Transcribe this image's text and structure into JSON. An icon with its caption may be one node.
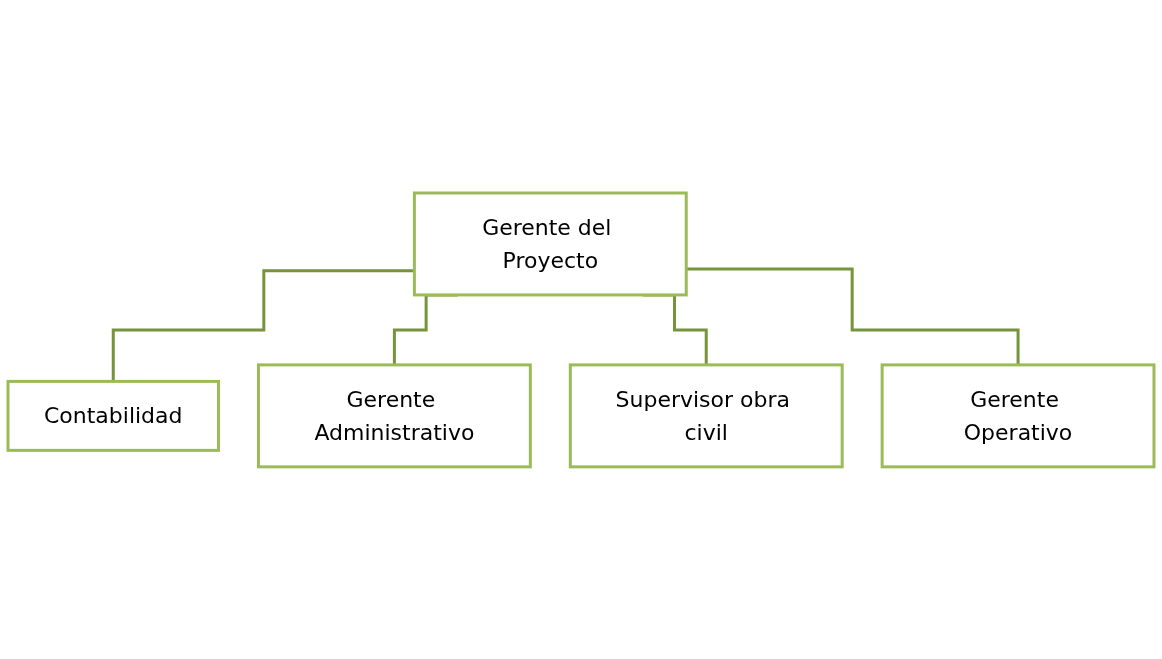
{
  "diagram": {
    "nodes": [
      {
        "text": [
          "Gerente del Proyecto"
        ]
      },
      {
        "text": [
          "Contabilidad"
        ]
      },
      {
        "text": [
          "Gerente Administrativo"
        ]
      },
      {
        "text": [
          "Supervisor obra civil"
        ]
      },
      {
        "text": [
          "Gerente Operativo"
        ]
      }
    ],
    "edges": [
      {
        "from": 0,
        "to": 1,
        "arrow": "none"
      },
      {
        "from": 0,
        "to": 2,
        "arrow": "none"
      },
      {
        "from": 0,
        "to": 3,
        "arrow": "none"
      },
      {
        "from": 0,
        "to": 4,
        "arrow": "none"
      }
    ]
  }
}
